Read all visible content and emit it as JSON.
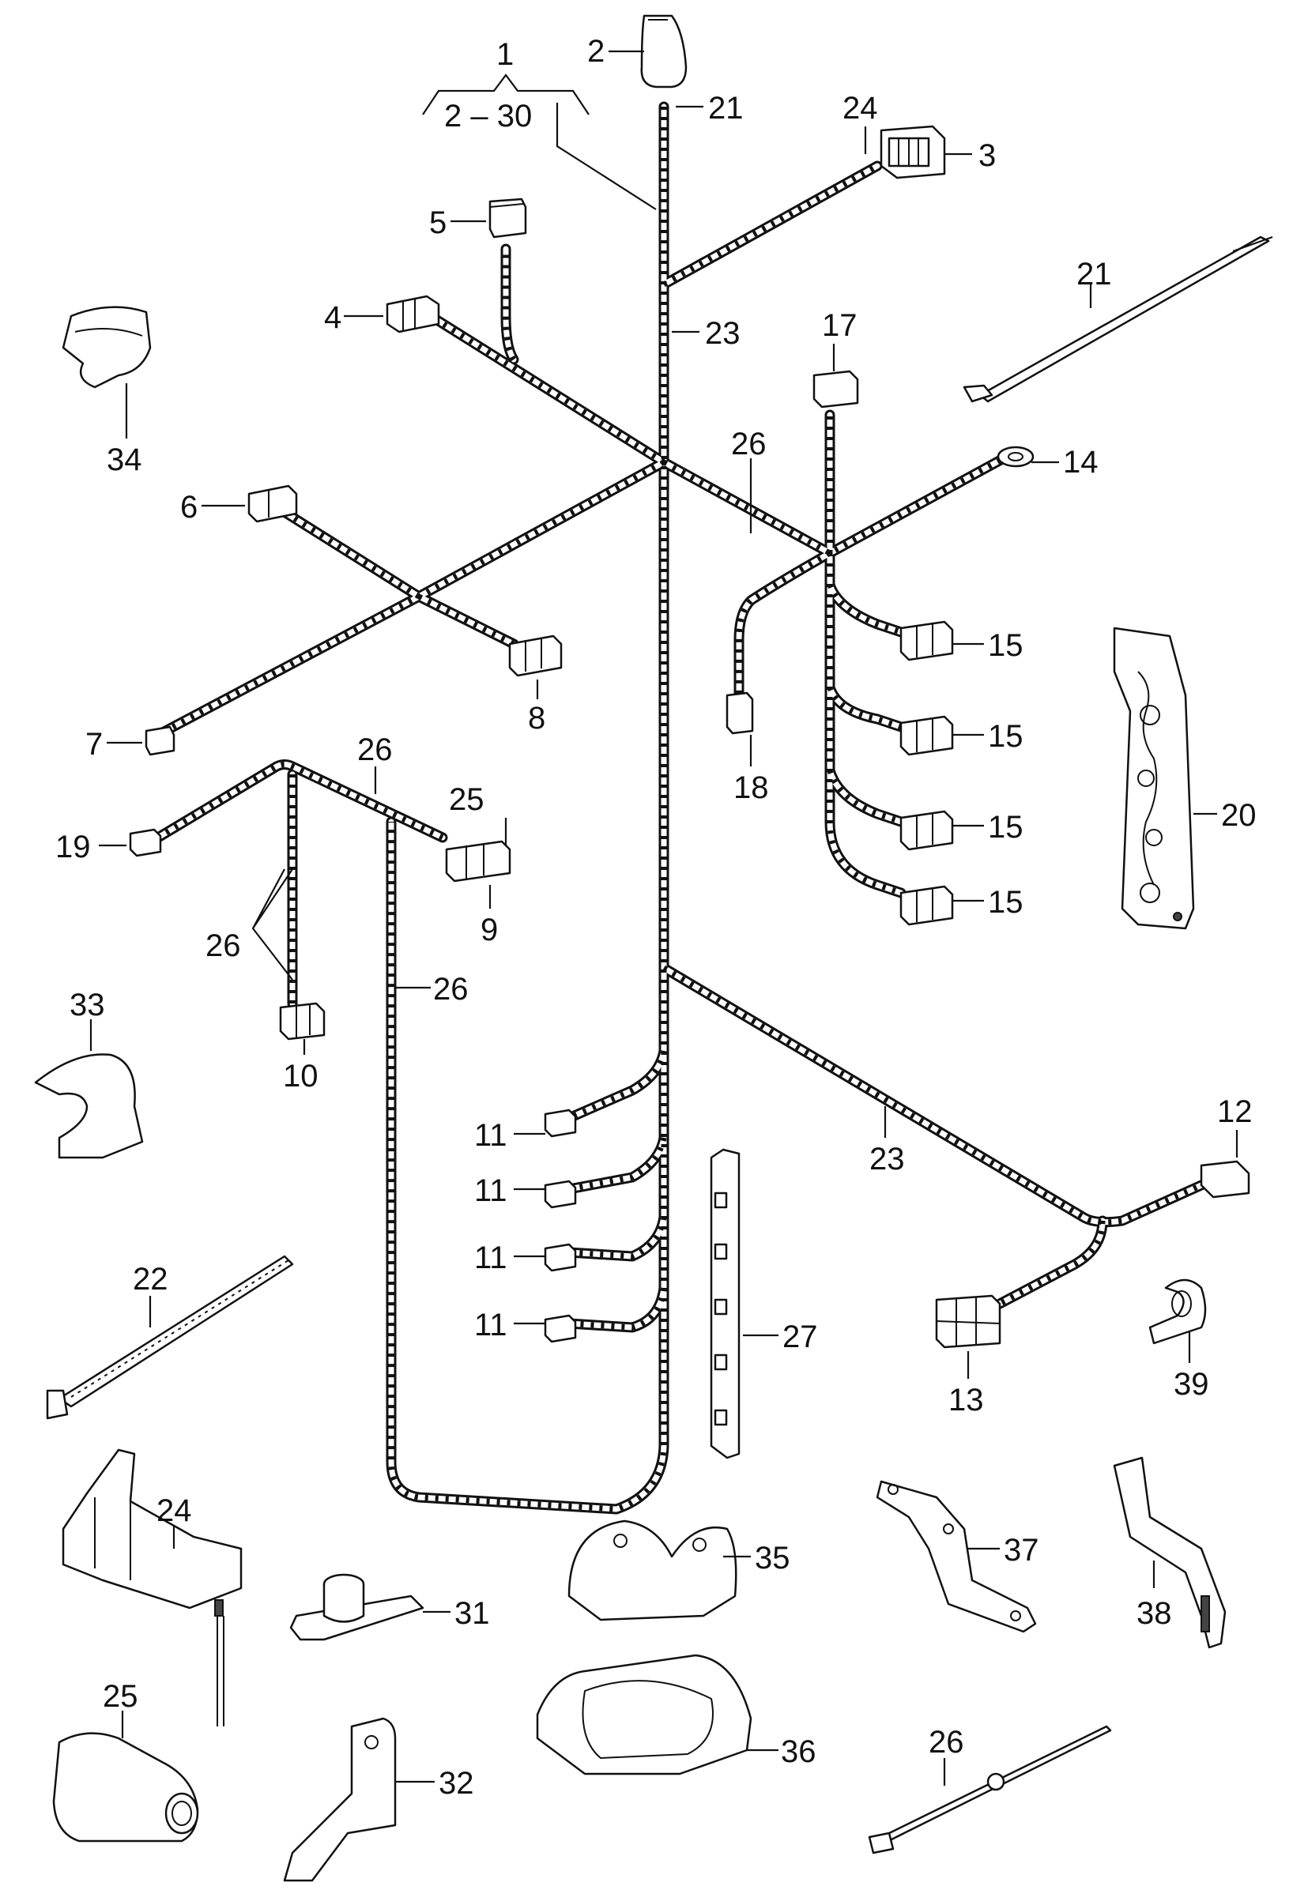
{
  "labels": {
    "l1": "1",
    "l2_30": "2 – 30",
    "l2": "2",
    "l3": "3",
    "l4": "4",
    "l5": "5",
    "l6": "6",
    "l7": "7",
    "l8": "8",
    "l9": "9",
    "l10": "10",
    "l11a": "11",
    "l11b": "11",
    "l11c": "11",
    "l11d": "11",
    "l12": "12",
    "l13": "13",
    "l14": "14",
    "l15a": "15",
    "l15b": "15",
    "l15c": "15",
    "l15d": "15",
    "l17": "17",
    "l18": "18",
    "l19": "19",
    "l20": "20",
    "l21a": "21",
    "l21b": "21",
    "l22": "22",
    "l23a": "23",
    "l23b": "23",
    "l24a": "24",
    "l24b": "24",
    "l25a": "25",
    "l25b": "25",
    "l26a": "26",
    "l26b": "26",
    "l26c": "26",
    "l26d": "26",
    "l26e": "26",
    "l27": "27",
    "l31": "31",
    "l32": "32",
    "l33": "33",
    "l34": "34",
    "l35": "35",
    "l36": "36",
    "l37": "37",
    "l38": "38",
    "l39": "39"
  }
}
